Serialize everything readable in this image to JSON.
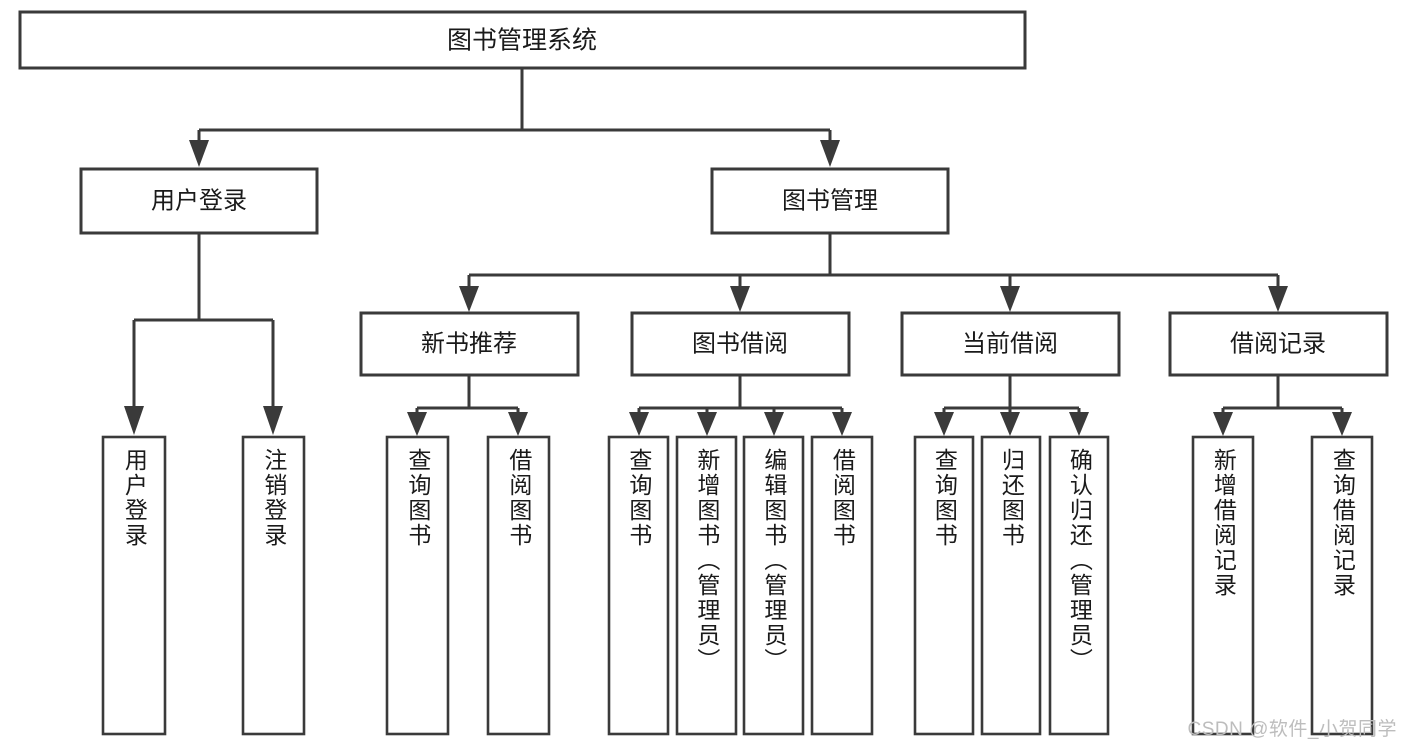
{
  "diagram": {
    "title_node": {
      "label": "图书管理系统"
    },
    "level2": [
      {
        "id": "user-login",
        "label": "用户登录"
      },
      {
        "id": "book-management",
        "label": "图书管理"
      }
    ],
    "level3": [
      {
        "id": "new-book-recommend",
        "label": "新书推荐"
      },
      {
        "id": "book-borrow",
        "label": "图书借阅"
      },
      {
        "id": "current-borrow",
        "label": "当前借阅"
      },
      {
        "id": "borrow-record",
        "label": "借阅记录"
      }
    ],
    "leaves": {
      "user_login": [
        {
          "id": "leaf-user-login",
          "label": "用户登录"
        },
        {
          "id": "leaf-logout-login",
          "label": "注销登录"
        }
      ],
      "new_book_recommend": [
        {
          "id": "leaf-query-book-1",
          "label": "查询图书"
        },
        {
          "id": "leaf-borrow-book-1",
          "label": "借阅图书"
        }
      ],
      "book_borrow": [
        {
          "id": "leaf-query-book-2",
          "label": "查询图书"
        },
        {
          "id": "leaf-add-book",
          "label": "新增图书（管理员）"
        },
        {
          "id": "leaf-edit-book",
          "label": "编辑图书（管理员）"
        },
        {
          "id": "leaf-borrow-book-2",
          "label": "借阅图书"
        }
      ],
      "current_borrow": [
        {
          "id": "leaf-query-book-3",
          "label": "查询图书"
        },
        {
          "id": "leaf-return-book",
          "label": "归还图书"
        },
        {
          "id": "leaf-confirm-return",
          "label": "确认归还（管理员）"
        }
      ],
      "borrow_record": [
        {
          "id": "leaf-add-record",
          "label": "新增借阅记录"
        },
        {
          "id": "leaf-query-record",
          "label": "查询借阅记录"
        }
      ]
    },
    "watermark": "CSDN @软件_小贺同学",
    "colors": {
      "stroke": "#3a3a3a",
      "fill": "#ffffff",
      "text": "#1a1a1a",
      "watermark": "#bdbdbd"
    }
  }
}
